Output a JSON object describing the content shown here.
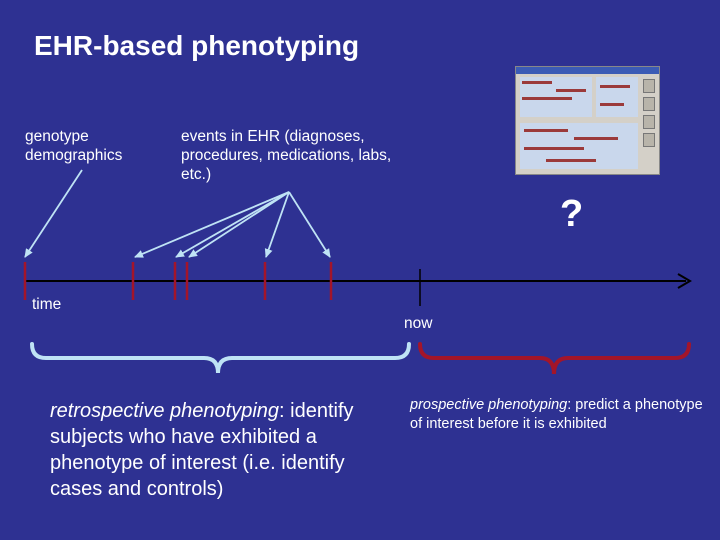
{
  "slide": {
    "title": "EHR-based phenotyping",
    "genotype_label": "genotype demographics",
    "events_label": "events in EHR (diagnoses, procedures, medications, labs, etc.)",
    "time_label": "time",
    "now_label": "now",
    "question_mark": "?",
    "retrospective": {
      "term": "retrospective phenotyping",
      "text": ": identify subjects who have exhibited a phenotype of interest (i.e. identify cases and controls)"
    },
    "prospective": {
      "term": "prospective phenotyping",
      "text": ": predict a phenotype of interest before it is exhibited"
    }
  },
  "colors": {
    "background": "#2e3192",
    "text": "#ffffff",
    "event_marker": "#a3152a",
    "arrow": "#bfe3f5",
    "retro_brace": "#bfe3f5",
    "prosp_brace": "#a3152a",
    "timeline": "#000000"
  }
}
